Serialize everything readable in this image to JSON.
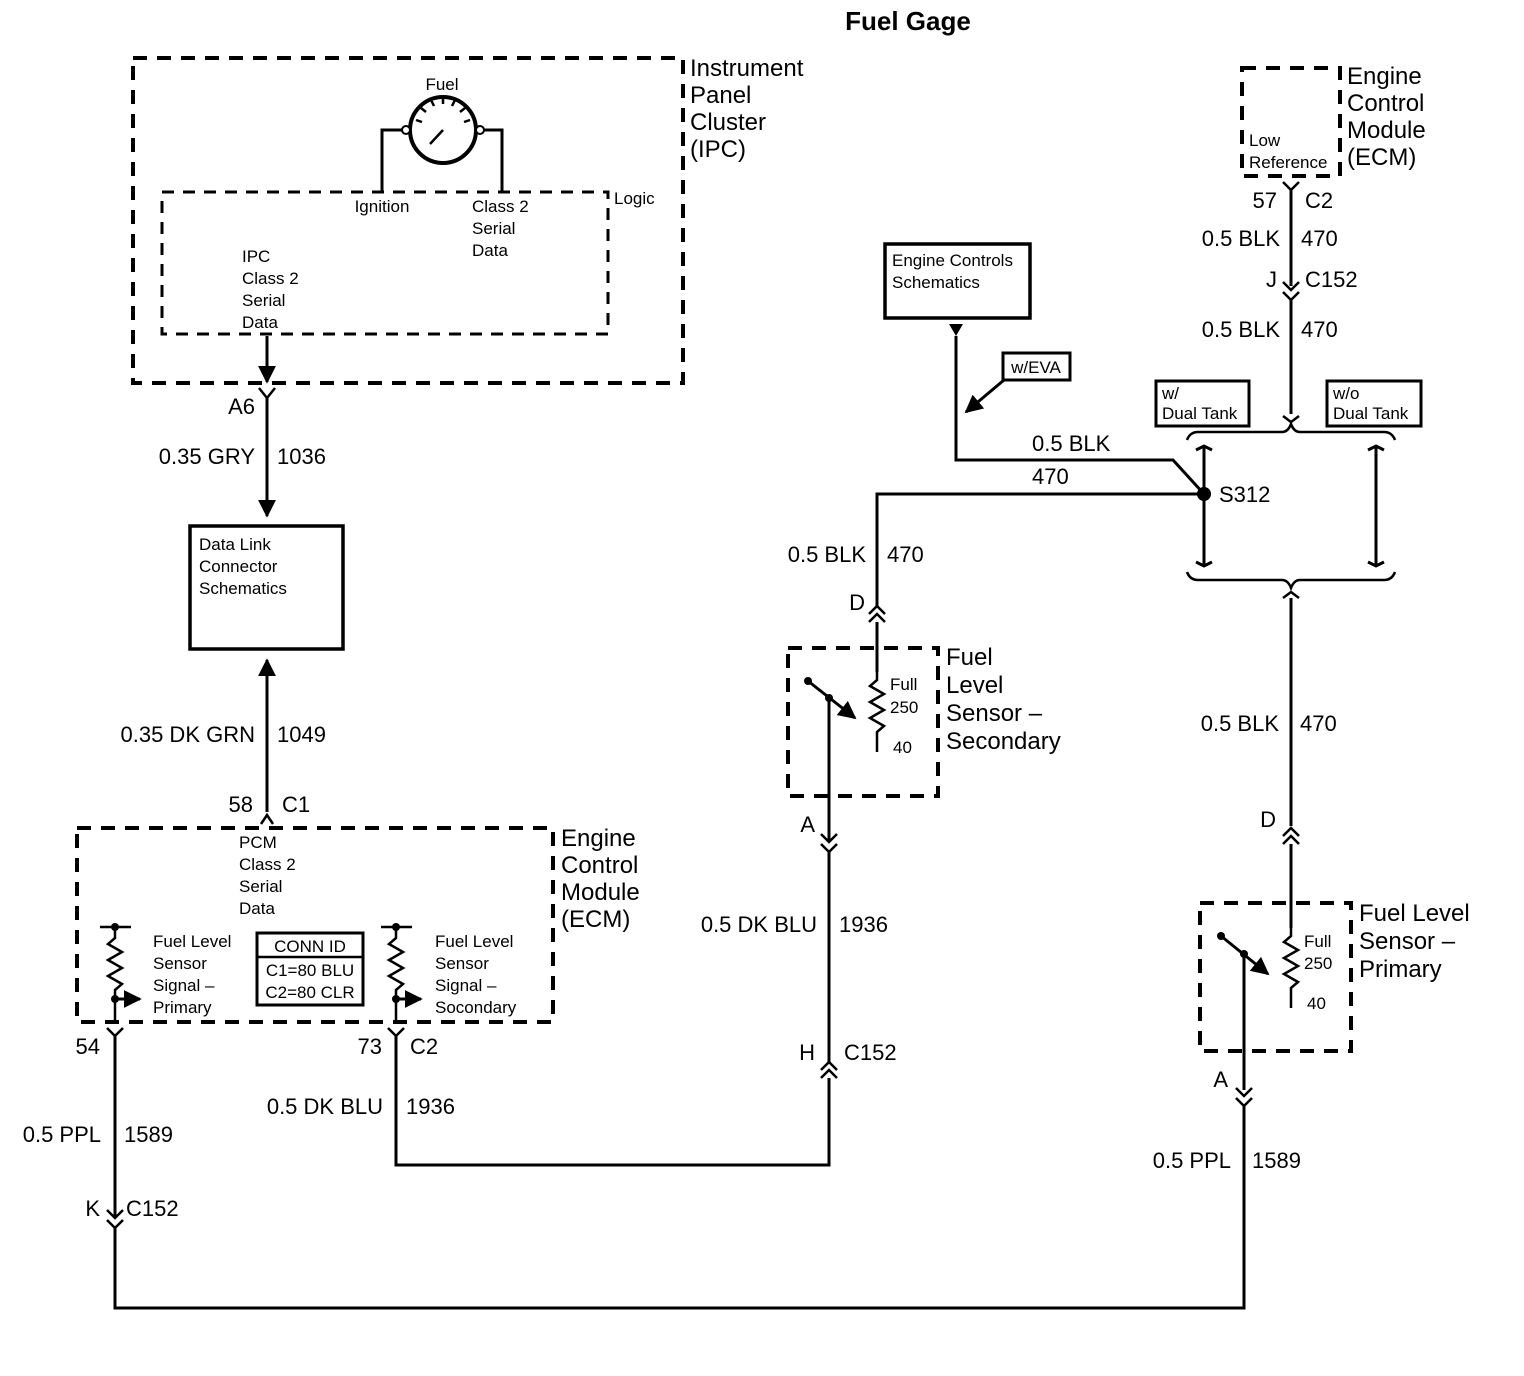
{
  "title": "Fuel Gage",
  "ipc": {
    "name_lines": [
      "Instrument",
      "Panel",
      "Cluster",
      "(IPC)"
    ],
    "gauge_label": "Fuel",
    "logic_label": "Logic",
    "ignition_label": "Ignition",
    "class2_lines": [
      "Class 2",
      "Serial",
      "Data"
    ],
    "ipc_class2_lines": [
      "IPC",
      "Class 2",
      "Serial",
      "Data"
    ],
    "pin": "A6"
  },
  "wires": {
    "w1036": {
      "gauge": "0.35 GRY",
      "circuit": "1036"
    },
    "w1049": {
      "gauge": "0.35 DK GRN",
      "circuit": "1049"
    },
    "w470_ecm_top": {
      "gauge": "0.5 BLK",
      "circuit": "470"
    },
    "w470_ecm_bottom": {
      "gauge": "0.5 BLK",
      "circuit": "470"
    },
    "w470_splice": {
      "gauge": "0.5 BLK",
      "circuit": "470"
    },
    "w470_secondary": {
      "gauge": "0.5 BLK",
      "circuit": "470"
    },
    "w470_primary": {
      "gauge": "0.5 BLK",
      "circuit": "470"
    },
    "w1936_right": {
      "gauge": "0.5 DK BLU",
      "circuit": "1936"
    },
    "w1936_left": {
      "gauge": "0.5 DK BLU",
      "circuit": "1936"
    },
    "w1589_left": {
      "gauge": "0.5 PPL",
      "circuit": "1589"
    },
    "w1589_right": {
      "gauge": "0.5 PPL",
      "circuit": "1589"
    }
  },
  "dlc": {
    "lines": [
      "Data Link",
      "Connector",
      "Schematics"
    ]
  },
  "ecm_bottom": {
    "name_lines": [
      "Engine",
      "Control",
      "Module",
      "(ECM)"
    ],
    "pin58": "58",
    "conn_c1": "C1",
    "pcm_lines": [
      "PCM",
      "Class 2",
      "Serial",
      "Data"
    ],
    "sig_primary_lines": [
      "Fuel Level",
      "Sensor",
      "Signal –",
      "Primary"
    ],
    "sig_secondary_lines": [
      "Fuel Level",
      "Sensor",
      "Signal –",
      "Socondary"
    ],
    "conn_id": {
      "title": "CONN ID",
      "c1": "C1=80 BLU",
      "c2": "C2=80 CLR"
    },
    "pin54": "54",
    "pin73": "73",
    "conn_c2": "C2"
  },
  "ecm_top": {
    "name_lines": [
      "Engine",
      "Control",
      "Module",
      "(ECM)"
    ],
    "low_ref_lines": [
      "Low",
      "Reference"
    ],
    "pin57": "57",
    "conn_c2": "C2",
    "pin_j": "J",
    "conn_c152": "C152"
  },
  "engine_controls": {
    "lines": [
      "Engine Controls",
      "Schematics"
    ]
  },
  "eva_label": "w/EVA",
  "dual_tank": {
    "with_lines": [
      "w/",
      "Dual Tank"
    ],
    "without_lines": [
      "w/o",
      "Dual Tank"
    ]
  },
  "splice": "S312",
  "secondary_sensor": {
    "name_lines": [
      "Fuel",
      "Level",
      "Sensor –",
      "Secondary"
    ],
    "pin_d": "D",
    "pin_a": "A",
    "full_label": "Full",
    "r250": "250",
    "r40": "40"
  },
  "primary_sensor": {
    "name_lines": [
      "Fuel Level",
      "Sensor –",
      "Primary"
    ],
    "pin_d": "D",
    "pin_a": "A",
    "full_label": "Full",
    "r250": "250",
    "r40": "40"
  },
  "c152_h": {
    "pin": "H",
    "conn": "C152"
  },
  "c152_k": {
    "pin": "K",
    "conn": "C152"
  }
}
